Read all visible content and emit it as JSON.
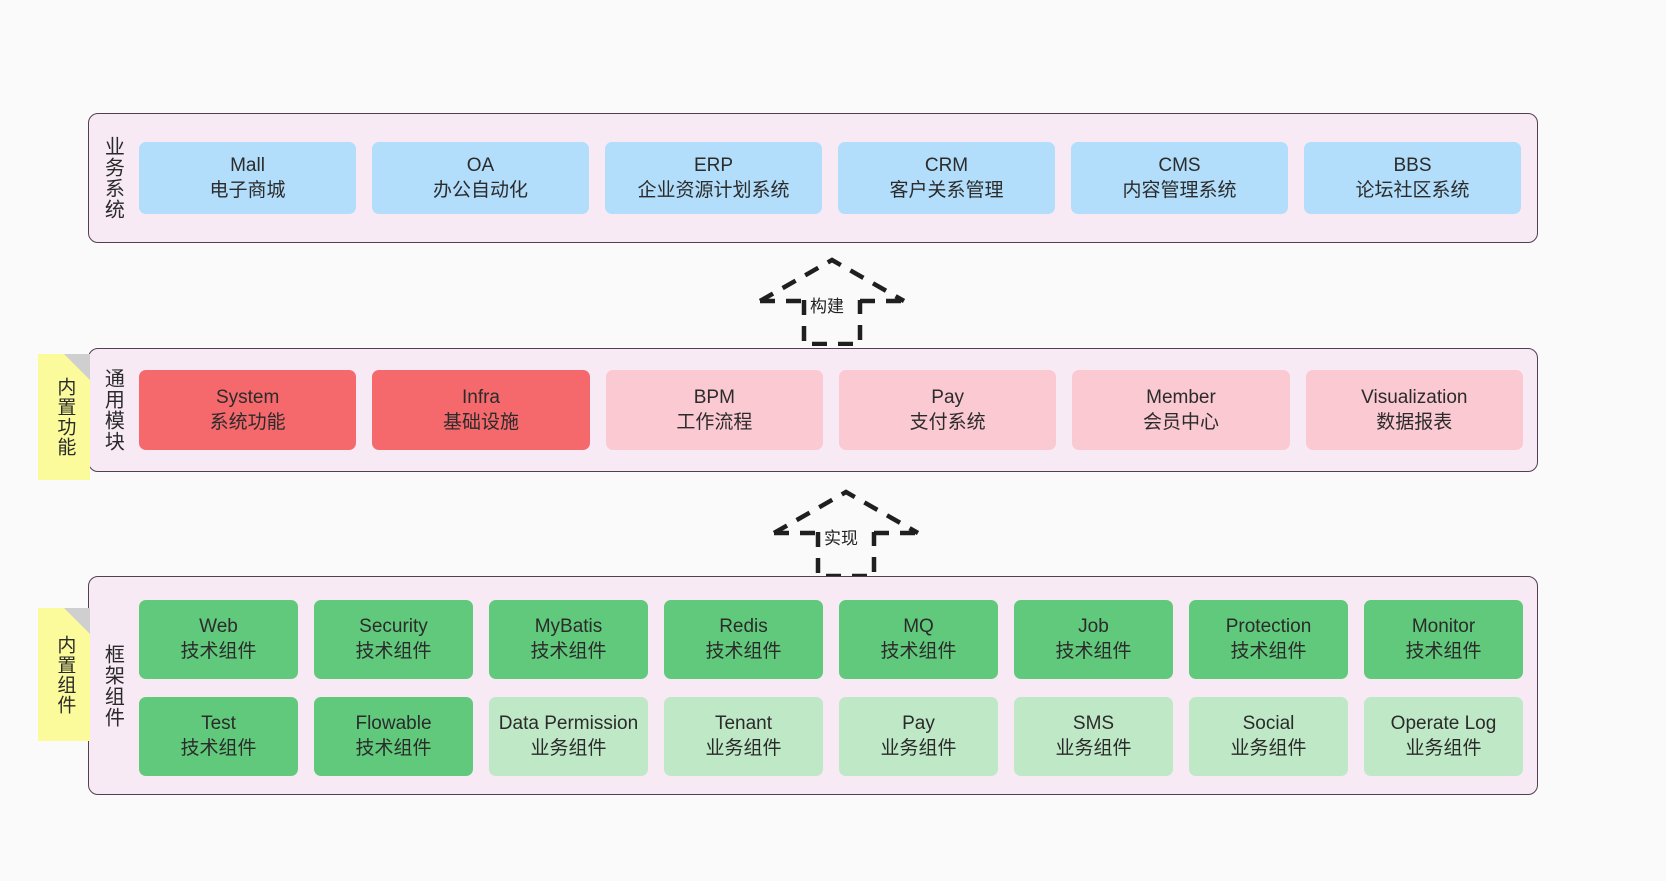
{
  "diagram": {
    "background_color": "#FAFAFA",
    "panel_color": "#F7EAF5",
    "panel_border_color": "#504050",
    "note_color": "#FCFB9C"
  },
  "notes": [
    {
      "id": "builtin-func",
      "label": "内置功能"
    },
    {
      "id": "builtin-comp",
      "label": "内置组件"
    }
  ],
  "connectors": [
    {
      "id": "build",
      "label": "构建",
      "style": "dashed-hollow-arrow-up"
    },
    {
      "id": "impl",
      "label": "实现",
      "style": "dashed-hollow-arrow-up"
    }
  ],
  "layers": [
    {
      "id": "business",
      "title": "业务系统",
      "color": "#B2DEFB",
      "rows": [
        {
          "cells": [
            {
              "en": "Mall",
              "cn": "电子商城",
              "variant": "c-blue"
            },
            {
              "en": "OA",
              "cn": "办公自动化",
              "variant": "c-blue"
            },
            {
              "en": "ERP",
              "cn": "企业资源计划系统",
              "variant": "c-blue"
            },
            {
              "en": "CRM",
              "cn": "客户关系管理",
              "variant": "c-blue"
            },
            {
              "en": "CMS",
              "cn": "内容管理系统",
              "variant": "c-blue"
            },
            {
              "en": "BBS",
              "cn": "论坛社区系统",
              "variant": "c-blue"
            }
          ]
        }
      ]
    },
    {
      "id": "common",
      "title": "通用模块",
      "color": "#F5696D",
      "rows": [
        {
          "cells": [
            {
              "en": "System",
              "cn": "系统功能",
              "variant": "c-red"
            },
            {
              "en": "Infra",
              "cn": "基础设施",
              "variant": "c-red"
            },
            {
              "en": "BPM",
              "cn": "工作流程",
              "variant": "c-pink"
            },
            {
              "en": "Pay",
              "cn": "支付系统",
              "variant": "c-pink"
            },
            {
              "en": "Member",
              "cn": "会员中心",
              "variant": "c-pink"
            },
            {
              "en": "Visualization",
              "cn": "数据报表",
              "variant": "c-pink"
            }
          ]
        }
      ]
    },
    {
      "id": "frame",
      "title": "框架组件",
      "color": "#60C97B",
      "rows": [
        {
          "cells": [
            {
              "en": "Web",
              "cn": "技术组件",
              "variant": "c-green"
            },
            {
              "en": "Security",
              "cn": "技术组件",
              "variant": "c-green"
            },
            {
              "en": "MyBatis",
              "cn": "技术组件",
              "variant": "c-green"
            },
            {
              "en": "Redis",
              "cn": "技术组件",
              "variant": "c-green"
            },
            {
              "en": "MQ",
              "cn": "技术组件",
              "variant": "c-green"
            },
            {
              "en": "Job",
              "cn": "技术组件",
              "variant": "c-green"
            },
            {
              "en": "Protection",
              "cn": "技术组件",
              "variant": "c-green"
            },
            {
              "en": "Monitor",
              "cn": "技术组件",
              "variant": "c-green"
            }
          ]
        },
        {
          "cells": [
            {
              "en": "Test",
              "cn": "技术组件",
              "variant": "c-green"
            },
            {
              "en": "Flowable",
              "cn": "技术组件",
              "variant": "c-green"
            },
            {
              "en": "Data Permission",
              "cn": "业务组件",
              "variant": "c-green-lt",
              "wrap": true
            },
            {
              "en": "Tenant",
              "cn": "业务组件",
              "variant": "c-green-lt"
            },
            {
              "en": "Pay",
              "cn": "业务组件",
              "variant": "c-green-lt"
            },
            {
              "en": "SMS",
              "cn": "业务组件",
              "variant": "c-green-lt"
            },
            {
              "en": "Social",
              "cn": "业务组件",
              "variant": "c-green-lt"
            },
            {
              "en": "Operate Log",
              "cn": "业务组件",
              "variant": "c-green-lt"
            }
          ]
        }
      ]
    }
  ]
}
